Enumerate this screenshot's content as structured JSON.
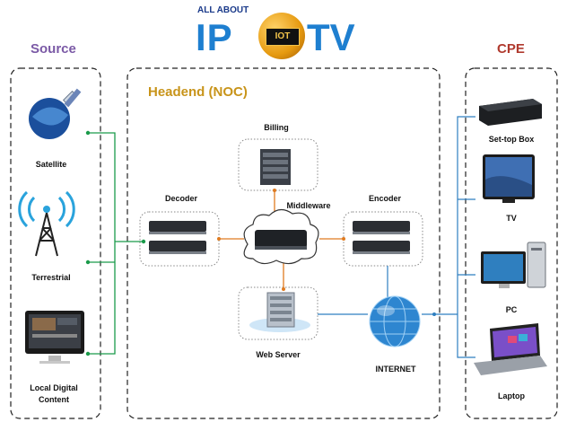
{
  "logo": {
    "top_text": "ALL ABOUT",
    "left": "IP",
    "middle": "IOT",
    "right": "TV"
  },
  "sections": {
    "source": "Source",
    "headend": "Headend (NOC)",
    "cpe": "CPE"
  },
  "source_items": [
    "Satellite",
    "Terrestrial",
    "Local Digital",
    "Content"
  ],
  "headend_items": {
    "billing": "Billing",
    "decoder": "Decoder",
    "middleware": "Middleware",
    "encoder": "Encoder",
    "web_server": "Web Server",
    "internet": "INTERNET"
  },
  "cpe_items": [
    "Set-top Box",
    "TV",
    "PC",
    "Laptop"
  ],
  "colors": {
    "source": "#7b5aa6",
    "headend": "#c8941a",
    "cpe": "#b03a2e",
    "source_line": "#1a9a4a",
    "headend_line": "#e07b20",
    "internet_line": "#2e7fc0"
  }
}
